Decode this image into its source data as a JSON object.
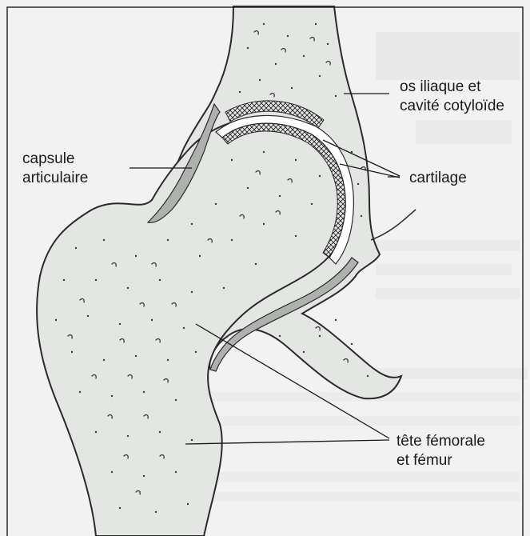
{
  "figure": {
    "labels": {
      "iliac": [
        "os iliaque et",
        "cavité cotyloïde"
      ],
      "capsule": [
        "capsule",
        "articulaire"
      ],
      "cartilage": [
        "cartilage"
      ],
      "femur": [
        "tête fémorale",
        "et fémur"
      ]
    }
  },
  "colors": {
    "bone": "#e3e6e3",
    "bone_dark": "#a7aaa7",
    "capsule": "#aeb1ae",
    "background": "#f1f2f1",
    "outline": "#2a2a2a"
  }
}
